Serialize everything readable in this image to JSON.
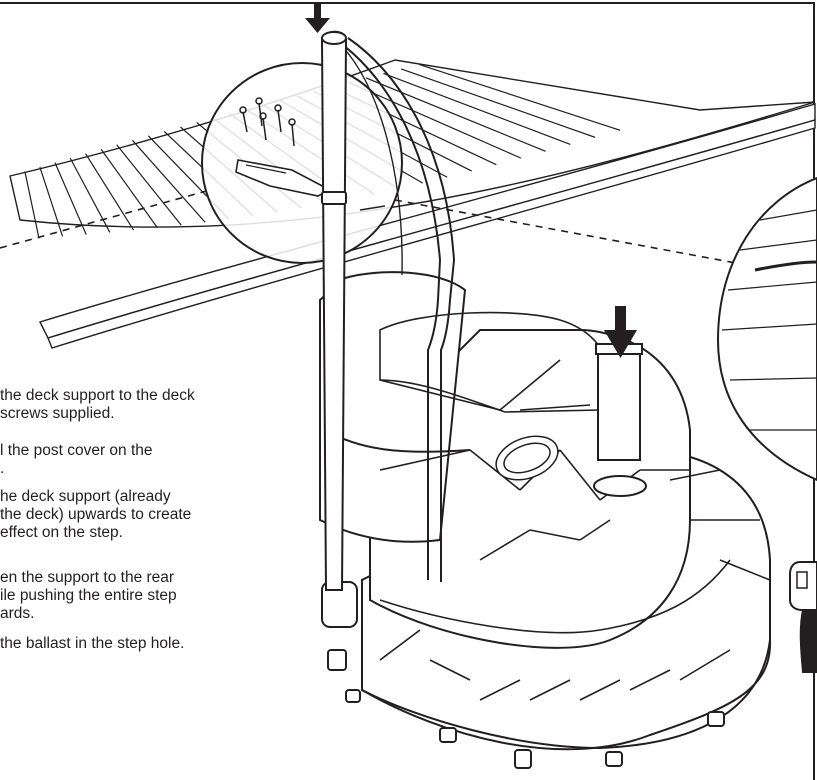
{
  "instructions": [
    {
      "lines": [
        "the deck support to the deck",
        " screws supplied."
      ]
    },
    {
      "lines": [
        "l the post cover on the",
        "."
      ]
    },
    {
      "lines": [
        "he deck support (already",
        " the deck) upwards to create",
        " effect on the step."
      ]
    },
    {
      "lines": [
        "en the support to the rear",
        "ile pushing the entire step",
        "ards."
      ]
    },
    {
      "lines": [
        " the ballast in the step hole."
      ]
    }
  ],
  "colors": {
    "ink": "#231f20",
    "fill": "#ffffff",
    "accent": "#231f20"
  },
  "icons": [
    "down-arrow-icon",
    "drill-icon",
    "brand-badge-icon",
    "screw-icon"
  ]
}
